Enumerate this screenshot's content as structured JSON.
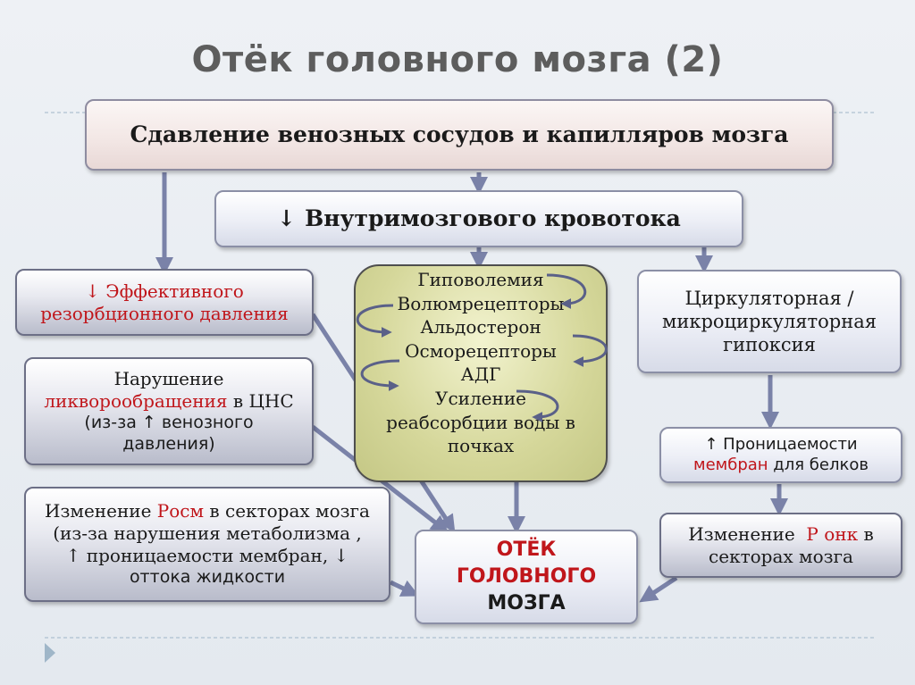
{
  "title": "Отёк головного мозга (2)",
  "boxes": {
    "compression": "Сдавление венозных сосудов и капилляров мозга",
    "blood_flow": {
      "arrow": "↓",
      "text": "Внутримозгового кровотока"
    },
    "effective_pressure": {
      "line1": "↓ Эффективного",
      "line2": "резорбционного давления"
    },
    "liquor": {
      "line1": "Нарушение",
      "line2_red": "ликворообращения",
      "line2_rest": " в ЦНС",
      "line3": "(из-за ↑ венозного",
      "line4": "давления)"
    },
    "posm": {
      "line1_pre": "Изменение ",
      "line1_red": "Росм",
      "line1_post": " в секторах мозга",
      "line2": "(из-за нарушения метаболизма ,",
      "line3": "↑ проницаемости мембран, ↓",
      "line4": "оттока жидкости"
    },
    "edema": {
      "line1": "ОТЁК",
      "line2": "ГОЛОВНОГО",
      "line3": "МОЗГА"
    },
    "hypovolemia": [
      "Гиповолемия",
      "Волюмрецепторы",
      "Альдостерон",
      "Осморецепторы",
      "АДГ",
      "Усиление",
      "реабсорбции воды в",
      "почках"
    ],
    "hypoxia": {
      "line1": "Циркуляторная /",
      "line2": "микроциркуляторная",
      "line3": "гипоксия"
    },
    "permeability": {
      "line1": "↑ Проницаемости",
      "line2_red": "мембран",
      "line2_rest": " для белков"
    },
    "ponk": {
      "line1_pre": "Изменение  ",
      "line1_red": "Р онк",
      "line1_post": " в",
      "line2": "секторах мозга"
    }
  },
  "colors": {
    "accent_red": "#c0161b",
    "arrow": "#7a82a8",
    "title": "#5d5d5d"
  }
}
